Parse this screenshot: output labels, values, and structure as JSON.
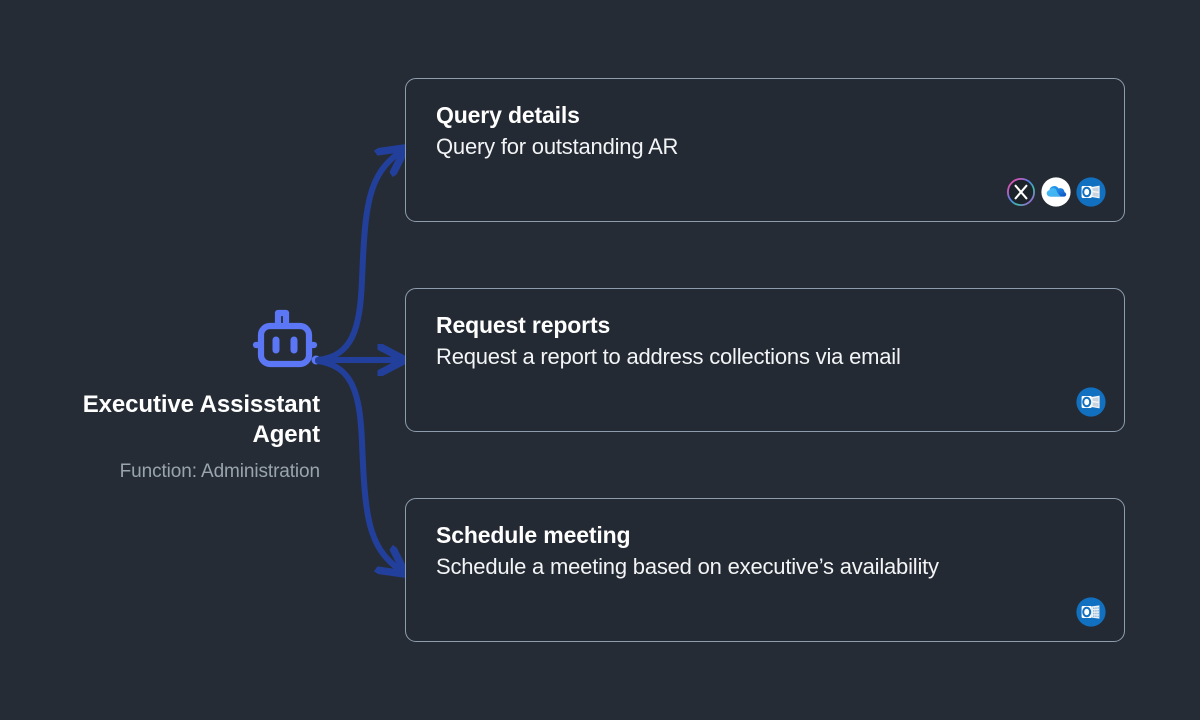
{
  "theme": {
    "background": "#262c35",
    "card_background": "#242a33",
    "card_border": "#8e9dae",
    "connector": "#22409b",
    "agent_accent": "#5b77f5",
    "title_color": "#ffffff",
    "muted_text": "#9aa4ae"
  },
  "agent": {
    "icon": "robot-icon",
    "name": "Executive Assisstant Agent",
    "function_label": "Function: Administration"
  },
  "skills": [
    {
      "id": "query-details",
      "title": "Query details",
      "description": "Query for outstanding AR",
      "apps": [
        {
          "name": "x-ring-icon",
          "label": "X"
        },
        {
          "name": "onedrive-icon",
          "label": "OneDrive"
        },
        {
          "name": "outlook-icon",
          "label": "Outlook"
        }
      ]
    },
    {
      "id": "request-reports",
      "title": "Request reports",
      "description": "Request a report to address collections via email",
      "apps": [
        {
          "name": "outlook-icon",
          "label": "Outlook"
        }
      ]
    },
    {
      "id": "schedule-meeting",
      "title": "Schedule meeting",
      "description": "Schedule a meeting based on executive’s availability",
      "apps": [
        {
          "name": "outlook-calendar-icon",
          "label": "Outlook Calendar"
        }
      ]
    }
  ],
  "connectors": [
    {
      "name": "connector-agent-to-query-details",
      "from": "agent",
      "to": "query-details"
    },
    {
      "name": "connector-agent-to-request-reports",
      "from": "agent",
      "to": "request-reports"
    },
    {
      "name": "connector-agent-to-schedule-meeting",
      "from": "agent",
      "to": "schedule-meeting"
    }
  ]
}
